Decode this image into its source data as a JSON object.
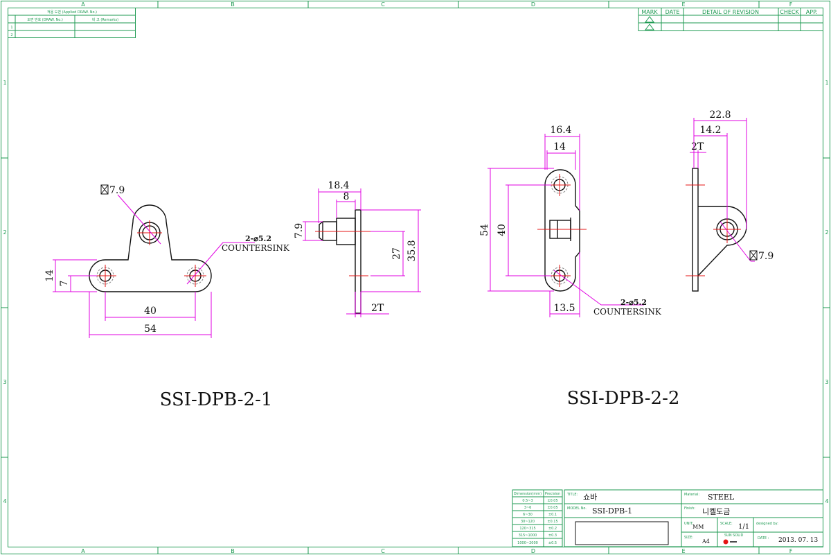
{
  "border": {
    "columns": [
      "A",
      "B",
      "C",
      "D",
      "E",
      "F"
    ],
    "rows": [
      "1",
      "2",
      "3",
      "4"
    ]
  },
  "applied_table": {
    "title": "적용 도면 (Applied DRAW. No.)",
    "col1": "도면 번호 (DRAW. No.)",
    "col2": "비 고 (Remarks)",
    "rows": [
      "1",
      "2"
    ]
  },
  "revision_table": {
    "headers": [
      "MARK",
      "DATE",
      "DETAIL OF REVISION",
      "CHECK",
      "APP."
    ]
  },
  "part1": {
    "name": "SSI-DPB-2-1",
    "square_dim": "7.9",
    "hole_note": "2-⌀5.2",
    "countersink": "COUNTERSINK",
    "dims": {
      "d14": "14",
      "d7": "7",
      "d40": "40",
      "d54": "54"
    },
    "side": {
      "d18_4": "18.4",
      "d8": "8",
      "d7_9": "7.9",
      "d27": "27",
      "d35_8": "35.8",
      "d2t": "2T"
    }
  },
  "part2": {
    "name": "SSI-DPB-2-2",
    "square_dim": "7.9",
    "hole_note": "2-⌀5.2",
    "countersink": "COUNTERSINK",
    "dims": {
      "d16_4": "16.4",
      "d14": "14",
      "d54": "54",
      "d40": "40",
      "d13_5": "13.5"
    },
    "side": {
      "d22_8": "22.8",
      "d14_2": "14.2",
      "d2t": "2T"
    }
  },
  "tolerance_table": {
    "headers": [
      "Dimension(mm)",
      "Precision"
    ],
    "rows": [
      [
        "0.5~3",
        "±0.05"
      ],
      [
        "3~6",
        "±0.05"
      ],
      [
        "6~30",
        "±0.1"
      ],
      [
        "30~120",
        "±0.15"
      ],
      [
        "120~315",
        "±0.2"
      ],
      [
        "315~1000",
        "±0.3"
      ],
      [
        "1000~2000",
        "±0.5"
      ]
    ]
  },
  "title_block": {
    "title_label": "TITLE:",
    "title_value": "쇼바",
    "model_label": "MODEL No.",
    "model_value": "SSI-DPB-1",
    "material_label": "Material:",
    "material_value": "STEEL",
    "finish_label": "Finish:",
    "finish_value": "니켈도금",
    "unit_label": "UNIT:",
    "unit_value": "MM",
    "scale_label": "SCALE:",
    "scale_value": "1/1",
    "designed_label": "designed by:",
    "size_label": "SIZE:",
    "size_value": "A4",
    "logo_text": "SUN SOLID",
    "date_label": "DATE :",
    "date_value": "2013. 07. 13"
  }
}
